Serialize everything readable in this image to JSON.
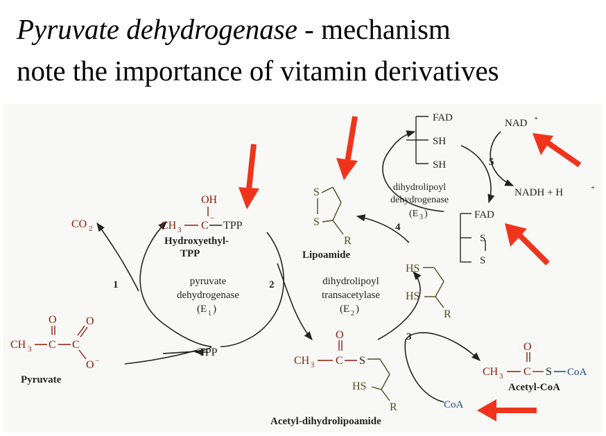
{
  "title": {
    "enzyme": "Pyruvate dehydrogenase",
    "rest": " - mechanism",
    "line2": "note the importance of vitamin derivatives"
  },
  "molecules": {
    "co2": "CO",
    "co2_sub": "2",
    "pyruvate": "Pyruvate",
    "pyruvate_ch3": "CH",
    "pyruvate_o1": "O",
    "pyruvate_o2": "O",
    "pyruvate_ominus": "O",
    "hydroxyethyl_oh": "OH",
    "hydroxyethyl_tpp": "TPP",
    "hydroxyethyl_name_1": "Hydroxyethyl-",
    "hydroxyethyl_name_2": "TPP",
    "tpp": "TPP",
    "lipoamide": "Lipoamide",
    "lipo_s1": "S",
    "lipo_s2": "S",
    "lipo_r": "R",
    "acetyl_dihydrolipoamide": "Acetyl-dihydrolipoamide",
    "adl_o": "O",
    "adl_s": "S",
    "adl_hs": "HS",
    "adl_r": "R",
    "dihydro_hs1": "HS",
    "dihydro_hs2": "HS",
    "dihydro_r": "R",
    "acetyl_coa": "Acetyl-CoA",
    "acoa_o": "O",
    "acoa_s": "S",
    "acoa_coa": "CoA",
    "coa": "CoA",
    "e3_fad_top": "FAD",
    "e3_sh_1": "SH",
    "e3_sh_2": "SH",
    "e3_fad_bottom": "FAD",
    "e3_s_1": "S",
    "e3_s_2": "S",
    "nad": "NAD",
    "nadh": "NADH + H"
  },
  "enzymes": {
    "e1_line1": "pyruvate",
    "e1_line2": "dehydrogenase",
    "e1_line3": "(E",
    "e1_sub": "1",
    "e2_line1": "dihydrolipoyl",
    "e2_line2": "transacetylase",
    "e2_line3": "(E",
    "e2_sub": "2",
    "e3_line1": "dihydrolipoyl",
    "e3_line2": "dehydrogenase",
    "e3_line3": "(E",
    "e3_sub": "3"
  },
  "steps": [
    "1",
    "2",
    "3",
    "4",
    "5"
  ],
  "colors": {
    "arrow": "#f0341c",
    "brown": "#8b1c0c",
    "olive": "#4b4b1a",
    "blue": "#1f3e8a",
    "background": "#ffffff",
    "panel": "#f8f8f6"
  }
}
